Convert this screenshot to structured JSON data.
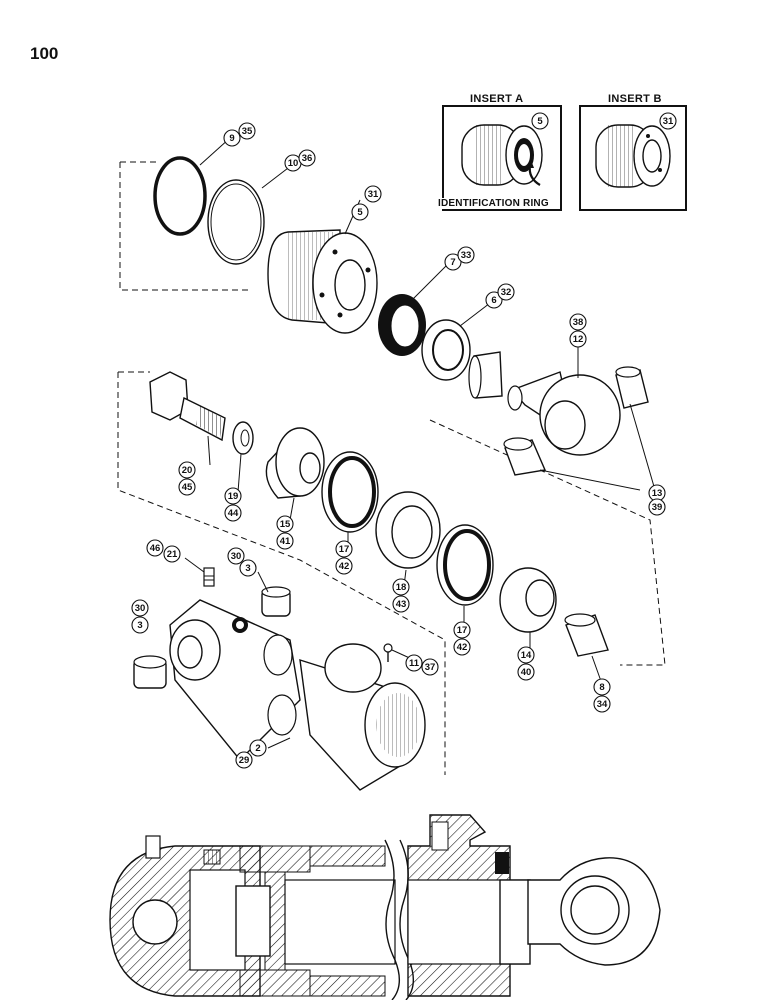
{
  "page_number": "100",
  "insert_a": {
    "title": "INSERT A",
    "callout": "5",
    "label": "IDENTIFICATION RING"
  },
  "insert_b": {
    "title": "INSERT B",
    "callout": "31"
  },
  "callouts": [
    {
      "id": "c9",
      "text": "9"
    },
    {
      "id": "c35",
      "text": "35"
    },
    {
      "id": "c10",
      "text": "10"
    },
    {
      "id": "c36",
      "text": "36"
    },
    {
      "id": "c31",
      "text": "31"
    },
    {
      "id": "c5",
      "text": "5"
    },
    {
      "id": "c7",
      "text": "7"
    },
    {
      "id": "c33",
      "text": "33"
    },
    {
      "id": "c6",
      "text": "6"
    },
    {
      "id": "c32",
      "text": "32"
    },
    {
      "id": "c38",
      "text": "38"
    },
    {
      "id": "c12",
      "text": "12"
    },
    {
      "id": "c13",
      "text": "13"
    },
    {
      "id": "c39",
      "text": "39"
    },
    {
      "id": "c20",
      "text": "20"
    },
    {
      "id": "c45",
      "text": "45"
    },
    {
      "id": "c19",
      "text": "19"
    },
    {
      "id": "c44",
      "text": "44"
    },
    {
      "id": "c15",
      "text": "15"
    },
    {
      "id": "c41",
      "text": "41"
    },
    {
      "id": "c17a",
      "text": "17"
    },
    {
      "id": "c42a",
      "text": "42"
    },
    {
      "id": "c18",
      "text": "18"
    },
    {
      "id": "c43",
      "text": "43"
    },
    {
      "id": "c17b",
      "text": "17"
    },
    {
      "id": "c42b",
      "text": "42"
    },
    {
      "id": "c14",
      "text": "14"
    },
    {
      "id": "c40",
      "text": "40"
    },
    {
      "id": "c8",
      "text": "8"
    },
    {
      "id": "c34",
      "text": "34"
    },
    {
      "id": "c46",
      "text": "46"
    },
    {
      "id": "c21",
      "text": "21"
    },
    {
      "id": "c30a",
      "text": "30"
    },
    {
      "id": "c3a",
      "text": "3"
    },
    {
      "id": "c30b",
      "text": "30"
    },
    {
      "id": "c3b",
      "text": "3"
    },
    {
      "id": "c11",
      "text": "11"
    },
    {
      "id": "c37",
      "text": "37"
    },
    {
      "id": "c29",
      "text": "29"
    },
    {
      "id": "c2",
      "text": "2"
    }
  ]
}
